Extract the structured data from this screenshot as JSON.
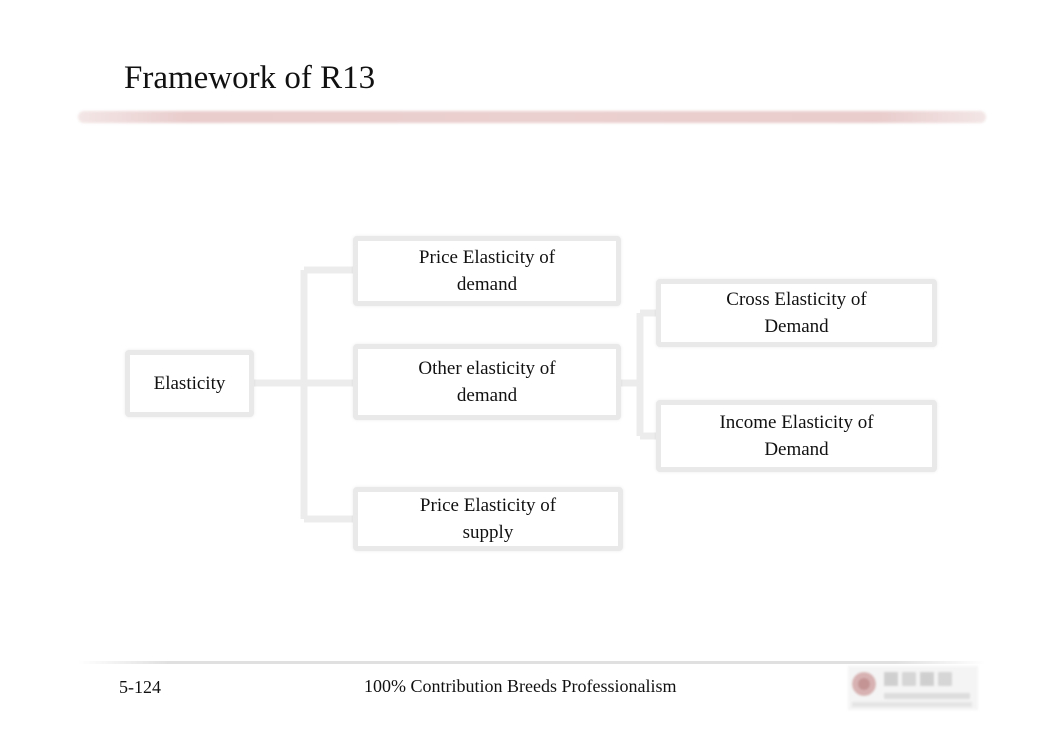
{
  "slide": {
    "title": "Framework of R13",
    "page_number": "5-124",
    "footer_text": "100% Contribution Breeds Professionalism"
  },
  "diagram": {
    "nodes": {
      "root": "Elasticity",
      "price_demand": "Price Elasticity of demand",
      "other_demand": "Other elasticity of demand",
      "price_supply": "Price Elasticity of supply",
      "cross": "Cross Elasticity of Demand",
      "income": "Income Elasticity of Demand"
    },
    "edges": [
      [
        "root",
        "price_demand"
      ],
      [
        "root",
        "other_demand"
      ],
      [
        "root",
        "price_supply"
      ],
      [
        "other_demand",
        "cross"
      ],
      [
        "other_demand",
        "income"
      ]
    ]
  },
  "colors": {
    "box_border": "#e9e9e9",
    "connector": "#ececec",
    "title_rule": "#e9cccc",
    "logo_accent": "#c9a3a3"
  },
  "icons": {
    "logo": "institution-logo"
  }
}
